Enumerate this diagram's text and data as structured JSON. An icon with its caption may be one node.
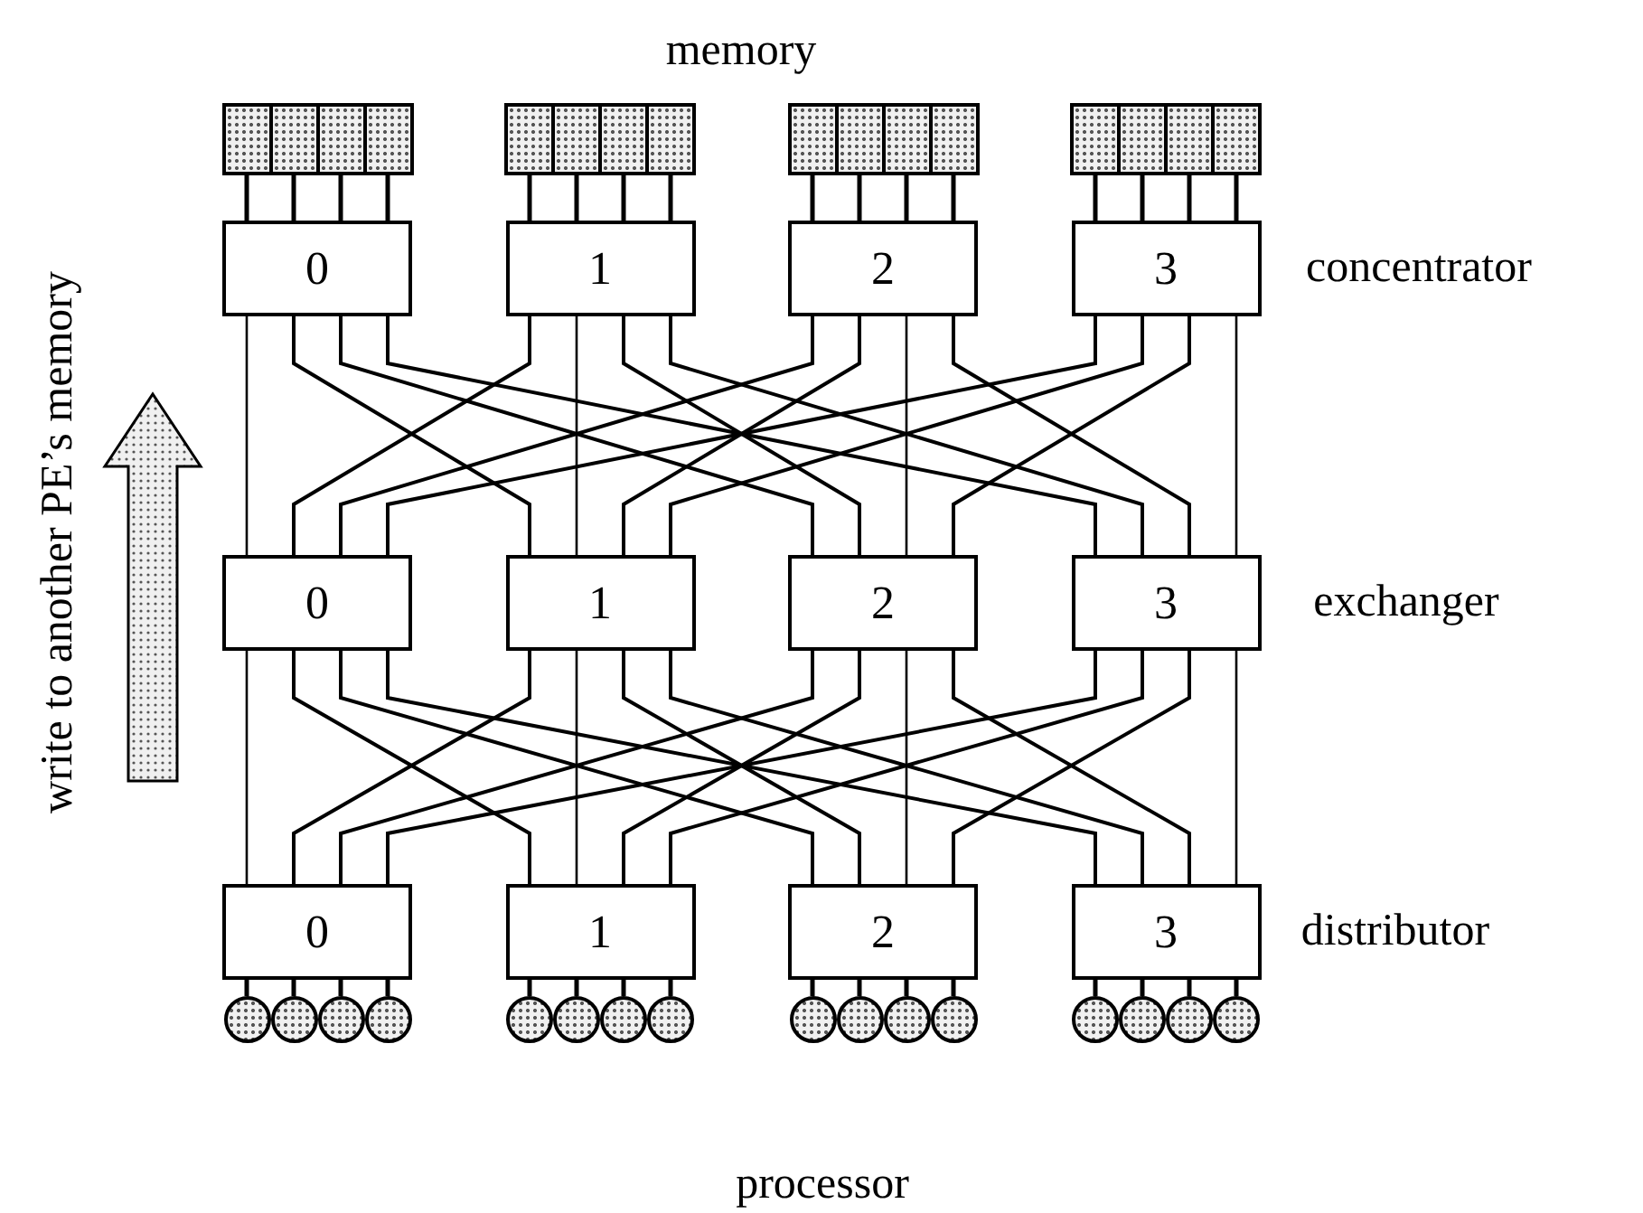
{
  "diagram": {
    "nodes": [
      {
        "text": [],
        "shape": "box"
      },
      {
        "text": [],
        "shape": "box"
      },
      {
        "text": [],
        "shape": "box"
      },
      {
        "text": [],
        "shape": "box"
      },
      {
        "text": [],
        "shape": "box"
      },
      {
        "text": [],
        "shape": "box"
      },
      {
        "text": [],
        "shape": "box"
      },
      {
        "text": [],
        "shape": "box"
      },
      {
        "text": [],
        "shape": "box"
      },
      {
        "text": [],
        "shape": "box"
      },
      {
        "text": [],
        "shape": "box"
      },
      {
        "text": [],
        "shape": "box"
      },
      {
        "text": [],
        "shape": "box"
      },
      {
        "text": [],
        "shape": "box"
      },
      {
        "text": [],
        "shape": "box"
      },
      {
        "text": [],
        "shape": "box"
      },
      {
        "text": [
          "0"
        ]
      },
      {
        "text": [
          "1"
        ]
      },
      {
        "text": [
          "2"
        ]
      },
      {
        "text": [
          "3"
        ]
      },
      {
        "text": [
          "0"
        ]
      },
      {
        "text": [
          "1"
        ]
      },
      {
        "text": [
          "2"
        ]
      },
      {
        "text": [
          "3"
        ]
      },
      {
        "text": [
          "0"
        ]
      },
      {
        "text": [
          "1"
        ]
      },
      {
        "text": [
          "2"
        ]
      },
      {
        "text": [
          "3"
        ]
      },
      {
        "text": [],
        "shape": "circle"
      },
      {
        "text": [],
        "shape": "circle"
      },
      {
        "text": [],
        "shape": "circle"
      },
      {
        "text": [],
        "shape": "circle"
      },
      {
        "text": [],
        "shape": "circle"
      },
      {
        "text": [],
        "shape": "circle"
      },
      {
        "text": [],
        "shape": "circle"
      },
      {
        "text": [],
        "shape": "circle"
      },
      {
        "text": [],
        "shape": "circle"
      },
      {
        "text": [],
        "shape": "circle"
      },
      {
        "text": [],
        "shape": "circle"
      },
      {
        "text": [],
        "shape": "circle"
      },
      {
        "text": [],
        "shape": "circle"
      },
      {
        "text": [],
        "shape": "circle"
      },
      {
        "text": [],
        "shape": "circle"
      },
      {
        "text": [],
        "shape": "circle"
      }
    ],
    "edges": [
      {
        "from": 0,
        "to": 16,
        "arrow": "none"
      },
      {
        "from": 1,
        "to": 16,
        "arrow": "none"
      },
      {
        "from": 2,
        "to": 16,
        "arrow": "none"
      },
      {
        "from": 3,
        "to": 16,
        "arrow": "none"
      },
      {
        "from": 4,
        "to": 17,
        "arrow": "none"
      },
      {
        "from": 5,
        "to": 17,
        "arrow": "none"
      },
      {
        "from": 6,
        "to": 17,
        "arrow": "none"
      },
      {
        "from": 7,
        "to": 17,
        "arrow": "none"
      },
      {
        "from": 8,
        "to": 18,
        "arrow": "none"
      },
      {
        "from": 9,
        "to": 18,
        "arrow": "none"
      },
      {
        "from": 10,
        "to": 18,
        "arrow": "none"
      },
      {
        "from": 11,
        "to": 18,
        "arrow": "none"
      },
      {
        "from": 12,
        "to": 19,
        "arrow": "none"
      },
      {
        "from": 13,
        "to": 19,
        "arrow": "none"
      },
      {
        "from": 14,
        "to": 19,
        "arrow": "none"
      },
      {
        "from": 15,
        "to": 19,
        "arrow": "none"
      },
      {
        "from": 16,
        "to": 20,
        "arrow": "none"
      },
      {
        "from": 16,
        "to": 21,
        "arrow": "none"
      },
      {
        "from": 16,
        "to": 22,
        "arrow": "none"
      },
      {
        "from": 16,
        "to": 23,
        "arrow": "none"
      },
      {
        "from": 17,
        "to": 20,
        "arrow": "none"
      },
      {
        "from": 17,
        "to": 21,
        "arrow": "none"
      },
      {
        "from": 17,
        "to": 22,
        "arrow": "none"
      },
      {
        "from": 17,
        "to": 23,
        "arrow": "none"
      },
      {
        "from": 18,
        "to": 20,
        "arrow": "none"
      },
      {
        "from": 18,
        "to": 21,
        "arrow": "none"
      },
      {
        "from": 18,
        "to": 22,
        "arrow": "none"
      },
      {
        "from": 18,
        "to": 23,
        "arrow": "none"
      },
      {
        "from": 19,
        "to": 20,
        "arrow": "none"
      },
      {
        "from": 19,
        "to": 21,
        "arrow": "none"
      },
      {
        "from": 19,
        "to": 22,
        "arrow": "none"
      },
      {
        "from": 19,
        "to": 23,
        "arrow": "none"
      },
      {
        "from": 20,
        "to": 24,
        "arrow": "none"
      },
      {
        "from": 20,
        "to": 25,
        "arrow": "none"
      },
      {
        "from": 20,
        "to": 26,
        "arrow": "none"
      },
      {
        "from": 20,
        "to": 27,
        "arrow": "none"
      },
      {
        "from": 21,
        "to": 24,
        "arrow": "none"
      },
      {
        "from": 21,
        "to": 25,
        "arrow": "none"
      },
      {
        "from": 21,
        "to": 26,
        "arrow": "none"
      },
      {
        "from": 21,
        "to": 27,
        "arrow": "none"
      },
      {
        "from": 22,
        "to": 24,
        "arrow": "none"
      },
      {
        "from": 22,
        "to": 25,
        "arrow": "none"
      },
      {
        "from": 22,
        "to": 26,
        "arrow": "none"
      },
      {
        "from": 22,
        "to": 27,
        "arrow": "none"
      },
      {
        "from": 23,
        "to": 24,
        "arrow": "none"
      },
      {
        "from": 23,
        "to": 25,
        "arrow": "none"
      },
      {
        "from": 23,
        "to": 26,
        "arrow": "none"
      },
      {
        "from": 23,
        "to": 27,
        "arrow": "none"
      },
      {
        "from": 24,
        "to": 28,
        "arrow": "none"
      },
      {
        "from": 24,
        "to": 29,
        "arrow": "none"
      },
      {
        "from": 24,
        "to": 30,
        "arrow": "none"
      },
      {
        "from": 24,
        "to": 31,
        "arrow": "none"
      },
      {
        "from": 25,
        "to": 32,
        "arrow": "none"
      },
      {
        "from": 25,
        "to": 33,
        "arrow": "none"
      },
      {
        "from": 25,
        "to": 34,
        "arrow": "none"
      },
      {
        "from": 25,
        "to": 35,
        "arrow": "none"
      },
      {
        "from": 26,
        "to": 36,
        "arrow": "none"
      },
      {
        "from": 26,
        "to": 37,
        "arrow": "none"
      },
      {
        "from": 26,
        "to": 38,
        "arrow": "none"
      },
      {
        "from": 26,
        "to": 39,
        "arrow": "none"
      },
      {
        "from": 27,
        "to": 40,
        "arrow": "none"
      },
      {
        "from": 27,
        "to": 41,
        "arrow": "none"
      },
      {
        "from": 27,
        "to": 42,
        "arrow": "none"
      },
      {
        "from": 27,
        "to": 43,
        "arrow": "none"
      }
    ],
    "labels": [
      "memory",
      "concentrator",
      "exchanger",
      "distributor",
      "processor",
      "write to another PE’s memory"
    ]
  }
}
